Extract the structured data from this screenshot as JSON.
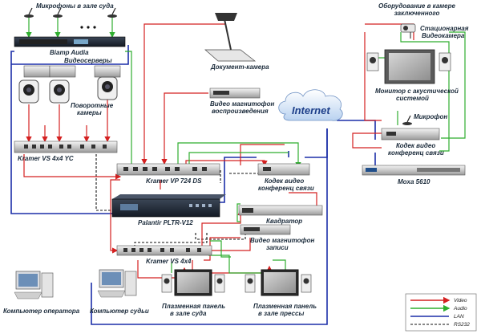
{
  "labels": {
    "mics_court": "Микрофоны в зале суда",
    "equipment_room": "Оборудование в камере",
    "equipment_room2": "заключенного",
    "biamp": "Biamp Audia",
    "video_servers": "Видеосерверы",
    "doc_camera": "Документ-камера",
    "stationary_cam1": "Стационарная",
    "stationary_cam2": "Видеокамера",
    "ptz_cam1": "Поворотные",
    "ptz_cam2": "камеры",
    "vcr_play1": "Видео магнитофон",
    "vcr_play2": "воспроизведения",
    "internet": "Internet",
    "monitor1": "Монитор с акустической",
    "monitor2": "системой",
    "microphone": "Микрофон",
    "kramer_vs4x4yc": "Kramer VS 4x4 YC",
    "kramer_vp724": "Kramer VP 724 DS",
    "codec_right1": "Кодек видео",
    "codec_right2": "конференц связи",
    "codec_mid1": "Кодек видео",
    "codec_mid2": "конференц связи",
    "moxa": "Moxa 5610",
    "palantir": "Palantir PLTR-V12",
    "quadrator": "Квадратор",
    "vcr_rec1": "Видео магнитофон",
    "vcr_rec2": "записи",
    "kramer_vs4x4": "Kramer VS 4x4",
    "pc_operator": "Компьютер оператора",
    "pc_judge": "Компьютер судьи",
    "plasma_court1": "Плазменная панель",
    "plasma_court2": "в зале суда",
    "plasma_press1": "Плазменная панель",
    "plasma_press2": "в зале прессы"
  },
  "legend": {
    "video": "Video",
    "audio": "Audio",
    "lan": "LAN",
    "rs232": "RS232"
  },
  "colors": {
    "video": "#d42020",
    "audio": "#2fae2f",
    "lan": "#1c2fa8",
    "rs232": "#111111"
  }
}
